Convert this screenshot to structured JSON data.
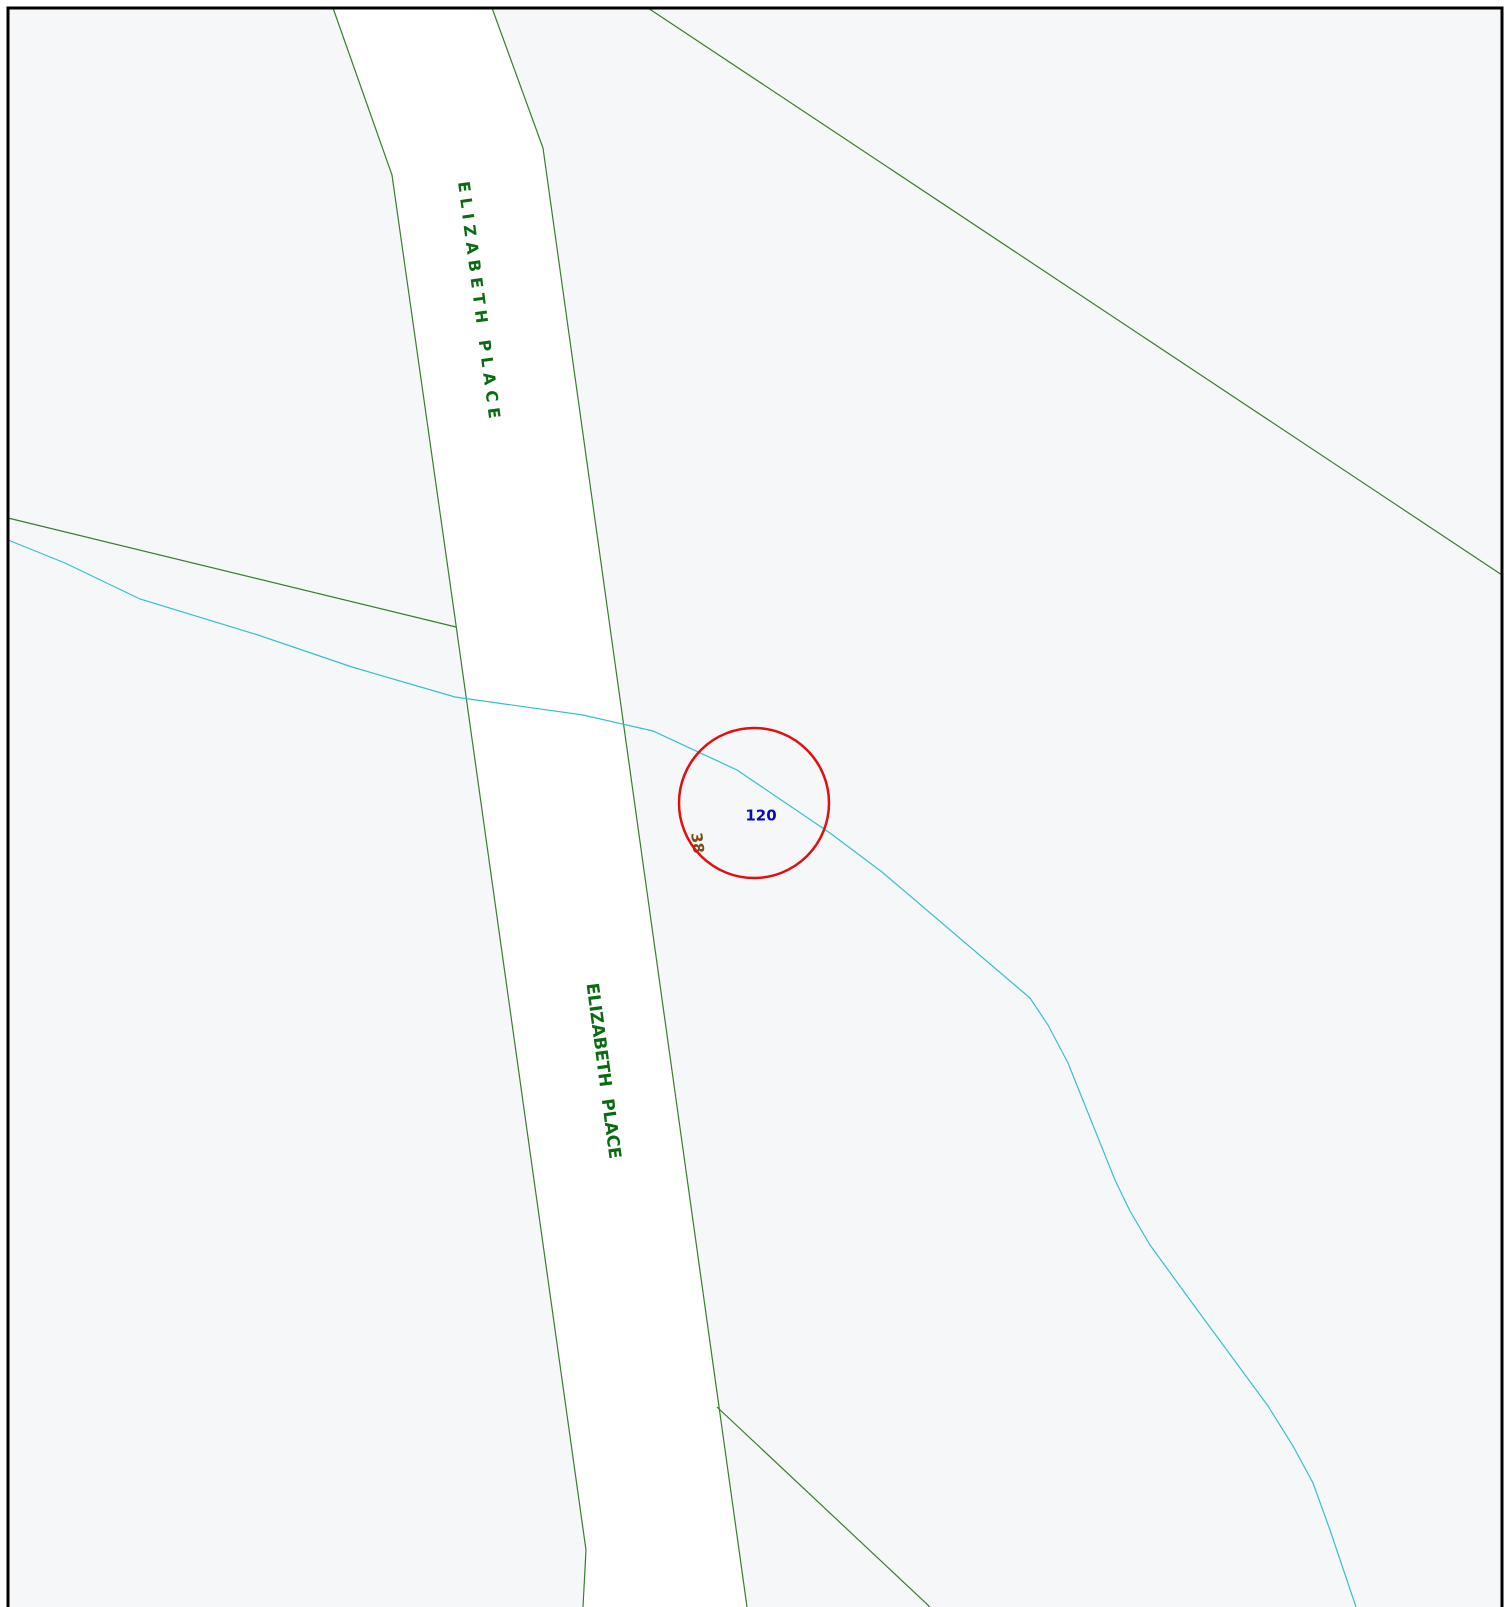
{
  "map": {
    "labels": {
      "street_upper": "E L I Z A B E T H   P L A C E",
      "street_lower": "ELIZABETH  PLACE",
      "plan_number": "120",
      "lot_number": "38"
    },
    "colors": {
      "background": "#f5f7f8",
      "road_fill": "#ffffff",
      "boundary": "#3a7d2e",
      "waterway": "#35c0cc",
      "marker": "#e01010",
      "street_label": "#0a6b12",
      "plan_number": "#0a0ab0",
      "lot_number": "#7a4a12",
      "frame": "#000000"
    }
  }
}
